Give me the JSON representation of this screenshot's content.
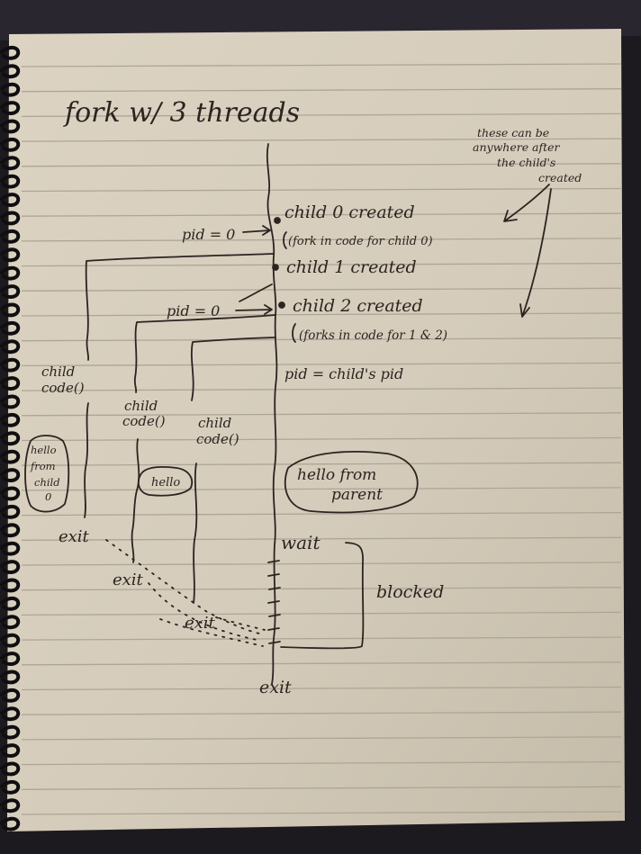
{
  "title": "fork w/ 3 threads",
  "note_anywhere": [
    "these can be",
    "anywhere after",
    "the child's",
    "created"
  ],
  "parent_events": {
    "child0": "child 0 created",
    "fork0": "(fork in code for child 0)",
    "child1": "child 1 created",
    "child2": "child 2 created",
    "fork12": "(forks in code for 1 & 2)",
    "pid_parent": "pid = child's pid",
    "wait": "wait",
    "blocked": "blocked",
    "exit": "exit"
  },
  "pid_zero_labels": [
    "pid = 0",
    "pid = 0"
  ],
  "child_code_labels": [
    [
      "child",
      "code()"
    ],
    [
      "child",
      "code()"
    ],
    [
      "child",
      "code()"
    ]
  ],
  "bubbles": {
    "hello_child0": [
      "hello",
      "from",
      "child",
      "0"
    ],
    "hello": "hello",
    "hello_parent": [
      "hello from",
      "parent"
    ]
  },
  "exit_labels": [
    "exit",
    "exit",
    "exit"
  ],
  "colors": {
    "paper": "#d7cfbf",
    "rule": "#b0a79c",
    "ink": "#2b2420",
    "spiral": "#0f0e10",
    "background": "#1c1a1e"
  }
}
